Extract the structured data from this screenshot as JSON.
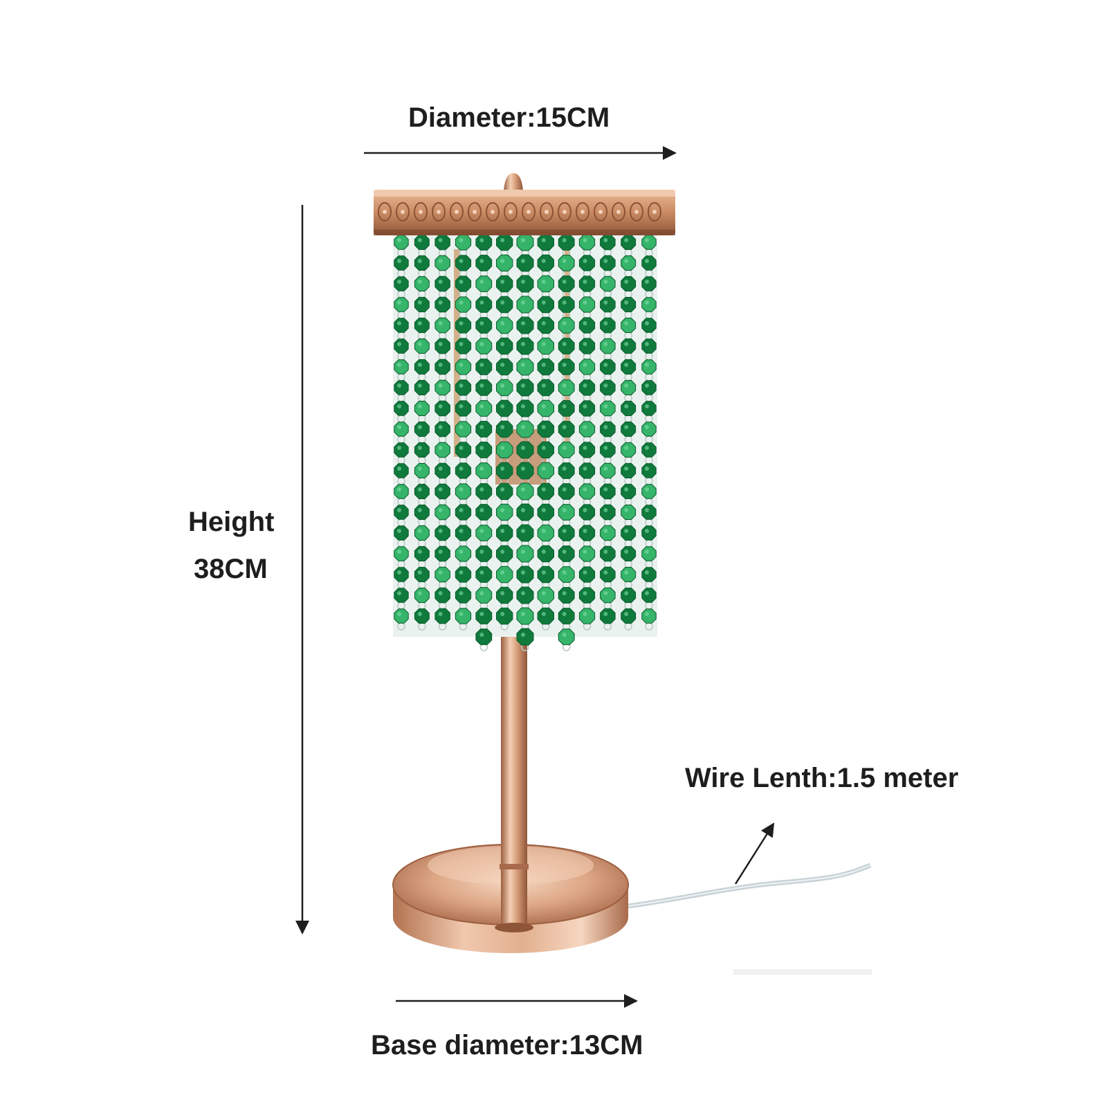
{
  "dimensions": {
    "diameter": "Diameter:15CM",
    "height_line1": "Height",
    "height_line2": "38CM",
    "wire_length": "Wire Lenth:1.5 meter",
    "base_diameter": "Base diameter:13CM"
  },
  "colors": {
    "background": "#ffffff",
    "text": "#1e1e1e",
    "crystal_dark": "#0f7a3c",
    "crystal_light": "#35b46a",
    "gold": "#d9a47d",
    "gold_dark": "#a5684a",
    "gold_light": "#f4d3bd",
    "wire": "#c9d3d6"
  },
  "product": {
    "icon": "crystal-table-lamp-icon"
  }
}
